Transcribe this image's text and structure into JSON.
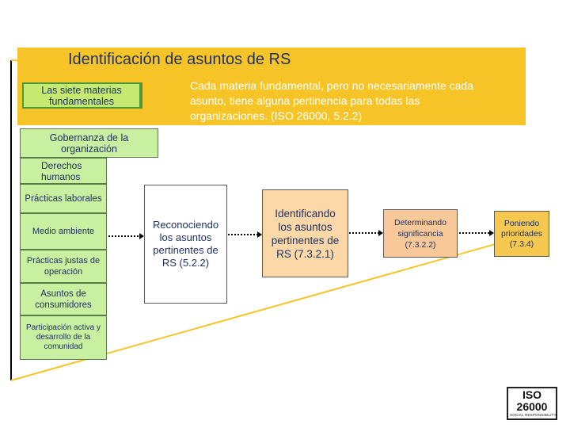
{
  "title": "Identificación de asuntos de RS",
  "note": "Cada materia fundamental, pero no necesariamente cada asunto, tiene alguna pertinencia para todas las organizaciones. (ISO 26000, 5.2.2)",
  "subjects_header": "Las siete materias fundamentales",
  "subjects": [
    "Gobernanza de la organización",
    "Derechos humanos",
    "Prácticas laborales",
    "Medio ambiente",
    "Prácticas justas de operación",
    "Asuntos de consumidores",
    "Participación activa y desarrollo de la comunidad"
  ],
  "steps": [
    "Reconociendo los asuntos pertinentes de RS (5.2.2)",
    "Identificando los asuntos pertinentes de RS (7.3.2.1)",
    "Determinando significancia (7.3.2.2)",
    "Poniendo prioridades (7.3.4)"
  ],
  "logo": {
    "main": "ISO 26000",
    "sub": "SOCIAL RESPONSIBILITY"
  },
  "colors": {
    "banner": "#f7c428",
    "subject_fill": "#c8f0a0",
    "step2_fill": "#fcd8a8",
    "step3_fill": "#f8c898",
    "step4_fill": "#f6c850",
    "title_text": "#1f3264"
  }
}
